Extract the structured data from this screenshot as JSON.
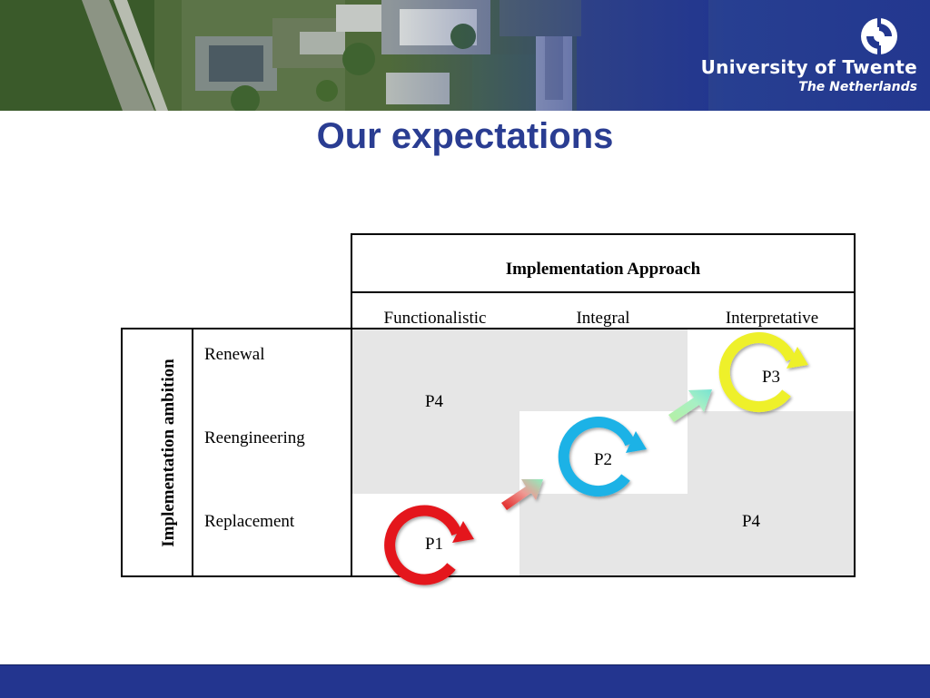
{
  "header": {
    "university_name": "University of Twente",
    "country": "The Netherlands"
  },
  "slide": {
    "title": "Our expectations"
  },
  "diagram": {
    "approach_heading": "Implementation Approach",
    "approaches": [
      "Functionalistic",
      "Integral",
      "Interpretative"
    ],
    "ambition_heading": "Implementation ambition",
    "ambitions": [
      "Renewal",
      "Reengineering",
      "Replacement"
    ],
    "phases": {
      "p4_top": "P4",
      "p4_bottom": "P4",
      "p1": "P1",
      "p2": "P2",
      "p3": "P3"
    },
    "colors": {
      "p1_cycle": "#e4141b",
      "p2_cycle": "#1bb2e6",
      "p3_cycle": "#eef02a",
      "shaded_cell": "#e6e6e6",
      "title": "#2a3d92",
      "brand_blue": "#23358f"
    }
  }
}
